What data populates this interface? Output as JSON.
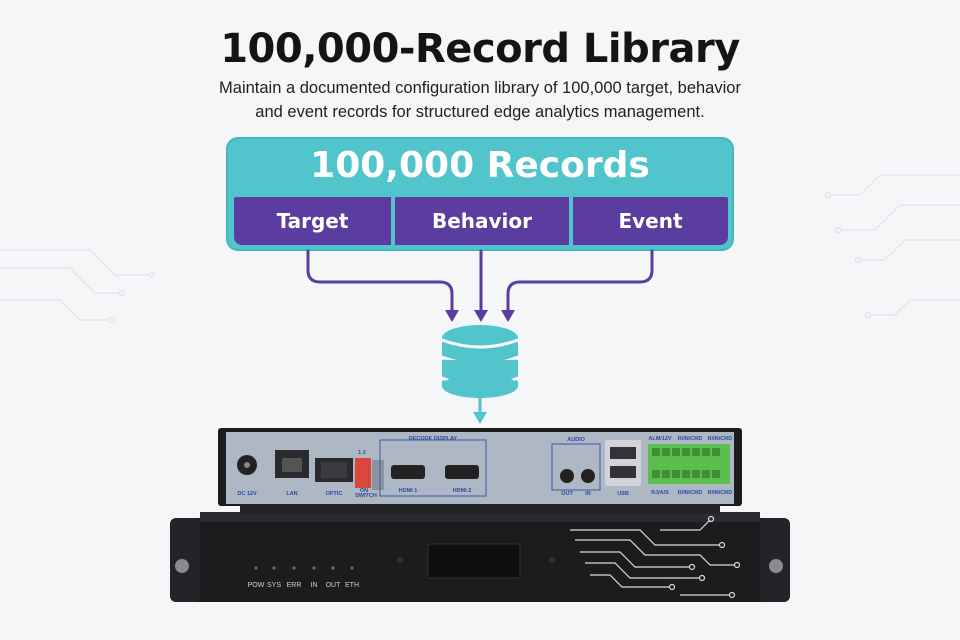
{
  "header": {
    "title": "100,000-Record Library",
    "subtitle_line1": "Maintain a documented configuration library of 100,000 target, behavior",
    "subtitle_line2": "and event records for structured edge analytics management."
  },
  "records": {
    "title": "100,000 Records",
    "categories": [
      "Target",
      "Behavior",
      "Event"
    ]
  },
  "colors": {
    "teal": "#52c4cc",
    "purple": "#5a3d9e",
    "arrow": "#5a3d9e",
    "db": "#52c4cc",
    "panel": "#a9b4c4",
    "label": "#2b4aa0"
  },
  "icons": {
    "database": "database-icon",
    "arrows": "arrow-down-icon"
  },
  "rear_panel": {
    "dc": "DC 12V",
    "lan": "LAN",
    "optic": "OPTIC",
    "switch": "SWITCH",
    "switch_top": "1  2",
    "switch_bottom": "ON",
    "decode_display": "DECODE DISPLAY",
    "hdmi1": "HDMI 1",
    "hdmi2": "HDMI 2",
    "audio": "AUDIO",
    "out": "OUT",
    "in": "IN",
    "usb": "USB",
    "alarm_top": "ALM/12V",
    "rs_top1": "R/IN/CRD",
    "rs_top2": "R/IN/CRD",
    "alarm_bottom": "RJ/A/S",
    "rs_bottom1": "R/IN/CRD",
    "rs_bottom2": "R/IN/CRD"
  },
  "front_panel": {
    "leds": [
      "POW",
      "SYS",
      "ERR",
      "IN",
      "OUT",
      "ETH"
    ]
  }
}
